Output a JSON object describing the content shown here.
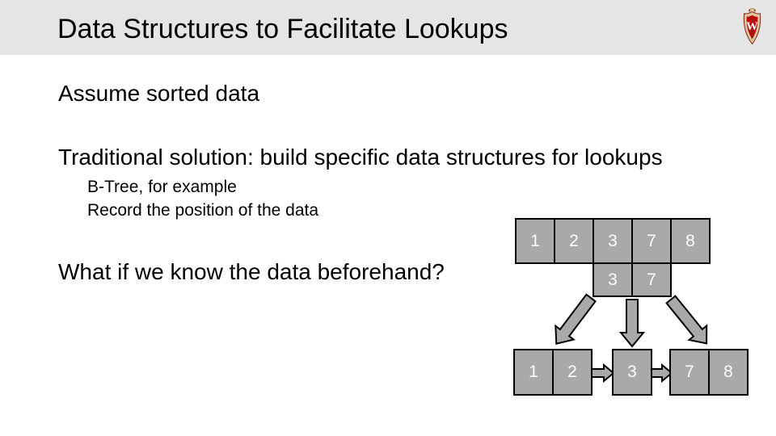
{
  "title_bar": {
    "title": "Data Structures to Facilitate Lookups",
    "logo": {
      "name": "uw-crest",
      "letter": "W"
    }
  },
  "body": {
    "assume": "Assume sorted data",
    "traditional": "Traditional solution: build specific data structures for lookups",
    "sub_bullets": [
      "B-Tree, for example",
      "Record the position of the data"
    ],
    "question": "What if we know the data beforehand?"
  },
  "diagram": {
    "name": "btree-lookup-diagram",
    "sorted_array": [
      "1",
      "2",
      "3",
      "7",
      "8"
    ],
    "index_nodes": [
      "3",
      "7"
    ],
    "leaf_groups": [
      [
        "1",
        "2"
      ],
      [
        "3"
      ],
      [
        "7",
        "8"
      ]
    ]
  },
  "colors": {
    "header_bg": "#e5e5e5",
    "box_fill": "#a9a9a9",
    "box_border": "#000000",
    "box_text": "#fbfbfb",
    "body_text": "#000000",
    "crest_red": "#b70d0d",
    "crest_tan": "#d9c89c"
  }
}
